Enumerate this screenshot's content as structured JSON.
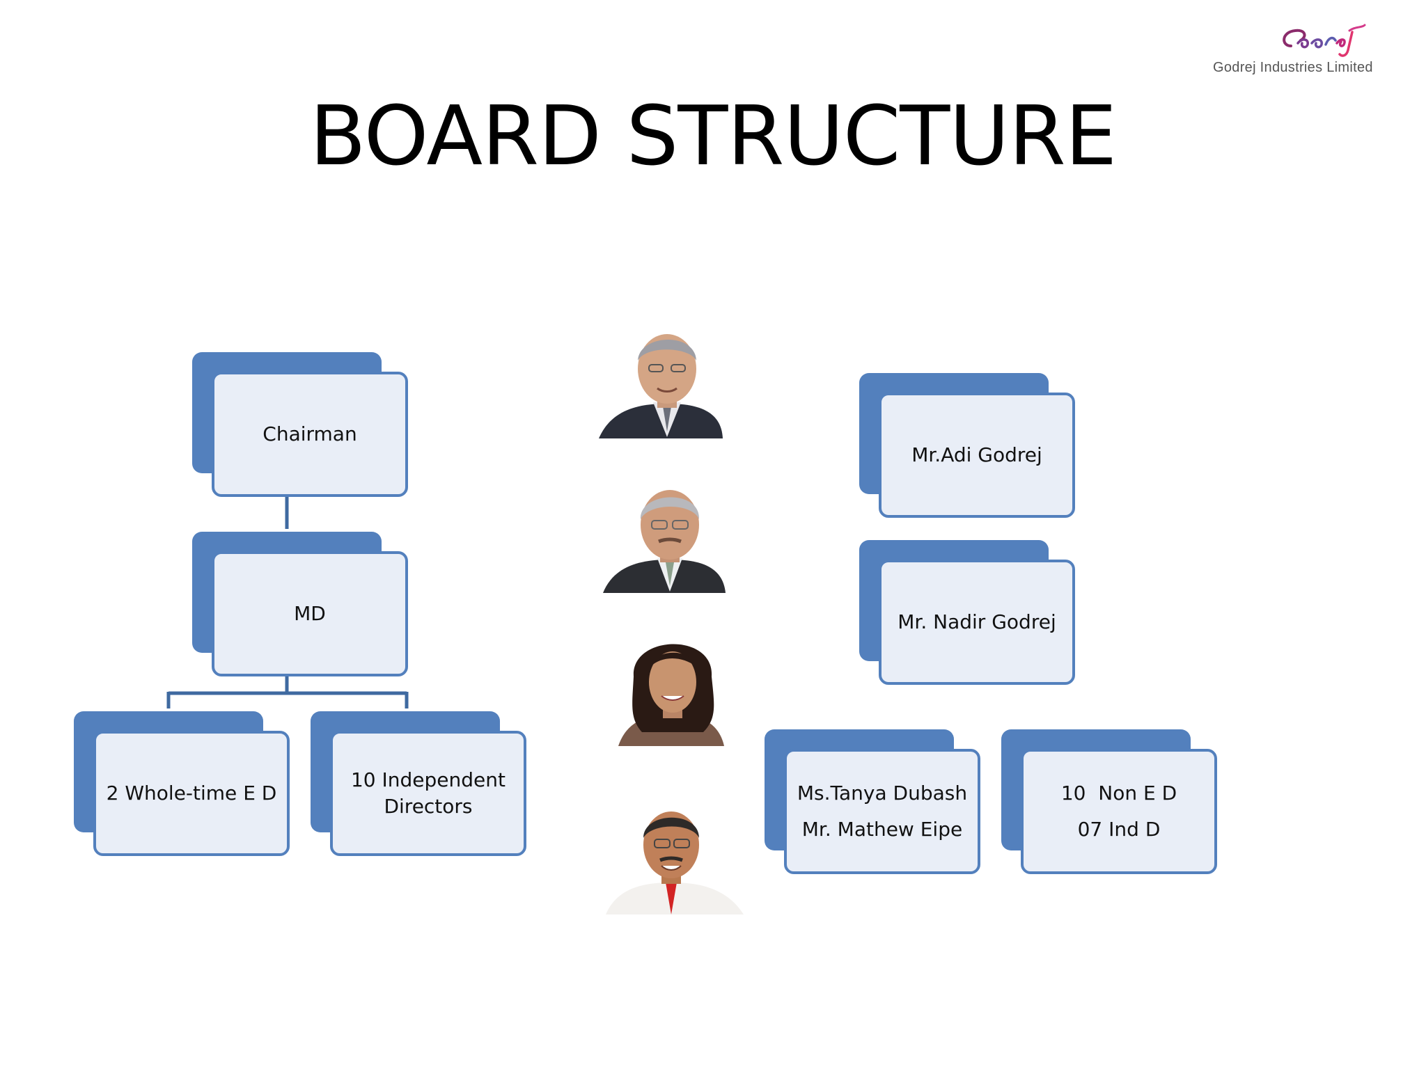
{
  "title": "BOARD STRUCTURE",
  "logo": {
    "script_text": "Godrej",
    "company_name": "Godrej Industries Limited"
  },
  "org_chart": {
    "chairman": "Chairman",
    "md": "MD",
    "whole_time": "2 Whole-time E D",
    "independent": {
      "line1": "10 Independent",
      "line2": "Directors"
    }
  },
  "names": {
    "chairman_name": "Mr.Adi Godrej",
    "md_name": "Mr. Nadir Godrej",
    "whole_time_names": {
      "line1": "Ms.Tanya Dubash",
      "line2": "Mr. Mathew Eipe"
    },
    "non_exec": {
      "line1": "10  Non E D",
      "line2": "07 Ind D"
    }
  },
  "portraits": [
    "portrait-adi-godrej",
    "portrait-nadir-godrej",
    "portrait-tanya-dubash",
    "portrait-mathew-eipe"
  ],
  "colors": {
    "box_border": "#5380bd",
    "box_fill": "#e9eef7",
    "connector": "#3f6aa0"
  }
}
